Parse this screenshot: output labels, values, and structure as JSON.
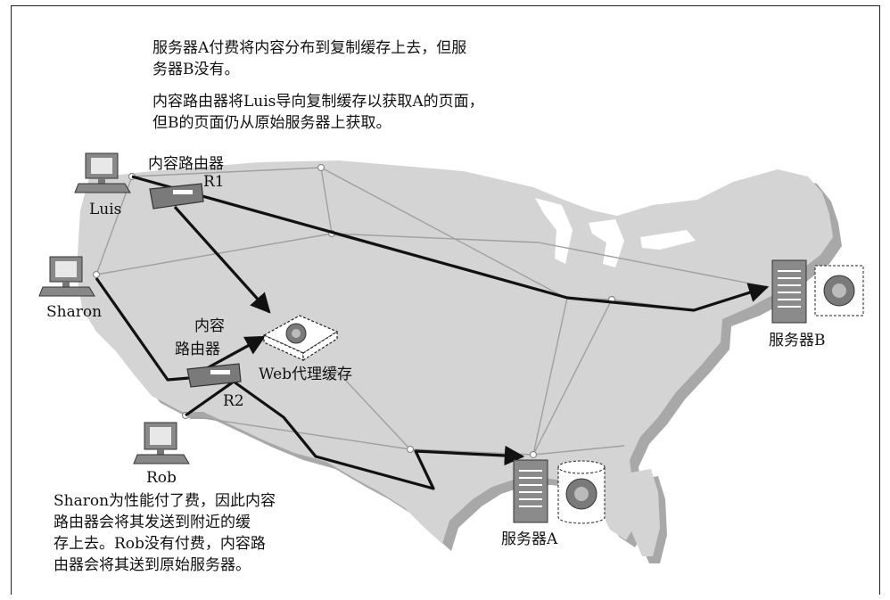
{
  "notes": {
    "note1": [
      "服务器A付费将内容分布到复制缓存上去，但服",
      "务器B没有。"
    ],
    "note2": [
      "内容路由器将Luis导向复制缓存以获取A的页面，",
      "但B的页面仍从原始服务器上获取。"
    ],
    "note3": [
      "Sharon为性能付了费，因此内容",
      "路由器会将其发送到附近的缓",
      "存上去。Rob没有付费，内容路",
      "由器会将其送到原始服务器。"
    ]
  },
  "labels": {
    "router1_name": "内容路由器",
    "router1_id": "R1",
    "router2_name_line1": "内容",
    "router2_name_line2": "路由器",
    "router2_id": "R2",
    "client_luis": "Luis",
    "client_sharon": "Sharon",
    "client_rob": "Rob",
    "proxy_cache": "Web代理缓存",
    "server_a": "服务器A",
    "server_b": "服务器B"
  },
  "colors": {
    "map_fill": "#d4d4d4",
    "map_shadow": "#a8a8a8",
    "network_line": "#a0a0a0",
    "path_line": "#111111",
    "device_fill": "#8a8a8a"
  }
}
